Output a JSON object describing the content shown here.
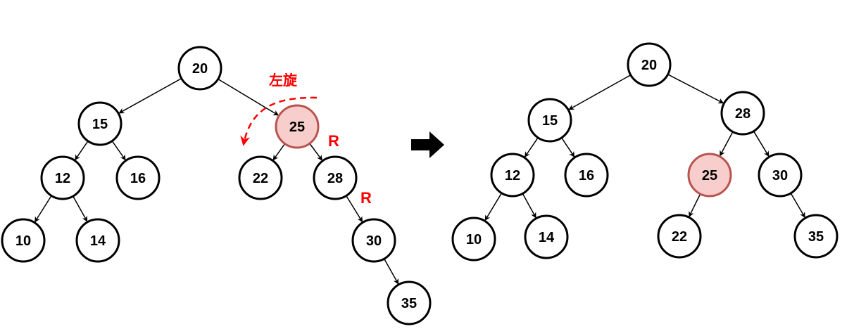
{
  "colors": {
    "node_fill": "#ffffff",
    "node_stroke": "#000000",
    "highlight_fill": "#f8cecc",
    "highlight_stroke": "#b85450",
    "edge": "#000000",
    "annotation": "#ff0000"
  },
  "rotation_label": "左旋",
  "right_child_mark": "R",
  "transition_icon": "right-arrow-icon",
  "trees": [
    {
      "id": "before",
      "nodes": [
        {
          "id": "b20",
          "label": "20"
        },
        {
          "id": "b15",
          "label": "15"
        },
        {
          "id": "b25",
          "label": "25",
          "highlight": true
        },
        {
          "id": "b12",
          "label": "12"
        },
        {
          "id": "b16",
          "label": "16"
        },
        {
          "id": "b22",
          "label": "22"
        },
        {
          "id": "b28",
          "label": "28"
        },
        {
          "id": "b10",
          "label": "10"
        },
        {
          "id": "b14",
          "label": "14"
        },
        {
          "id": "b30",
          "label": "30"
        },
        {
          "id": "b35",
          "label": "35"
        }
      ],
      "edges": [
        [
          "b20",
          "b15"
        ],
        [
          "b20",
          "b25"
        ],
        [
          "b15",
          "b12"
        ],
        [
          "b15",
          "b16"
        ],
        [
          "b25",
          "b22"
        ],
        [
          "b25",
          "b28"
        ],
        [
          "b12",
          "b10"
        ],
        [
          "b12",
          "b14"
        ],
        [
          "b28",
          "b30"
        ],
        [
          "b30",
          "b35"
        ]
      ]
    },
    {
      "id": "after",
      "nodes": [
        {
          "id": "a20",
          "label": "20"
        },
        {
          "id": "a15",
          "label": "15"
        },
        {
          "id": "a28",
          "label": "28"
        },
        {
          "id": "a12",
          "label": "12"
        },
        {
          "id": "a16",
          "label": "16"
        },
        {
          "id": "a25",
          "label": "25",
          "highlight": true
        },
        {
          "id": "a30",
          "label": "30"
        },
        {
          "id": "a10",
          "label": "10"
        },
        {
          "id": "a14",
          "label": "14"
        },
        {
          "id": "a22",
          "label": "22"
        },
        {
          "id": "a35",
          "label": "35"
        }
      ],
      "edges": [
        [
          "a20",
          "a15"
        ],
        [
          "a20",
          "a28"
        ],
        [
          "a15",
          "a12"
        ],
        [
          "a15",
          "a16"
        ],
        [
          "a28",
          "a25"
        ],
        [
          "a28",
          "a30"
        ],
        [
          "a12",
          "a10"
        ],
        [
          "a12",
          "a14"
        ],
        [
          "a25",
          "a22"
        ],
        [
          "a30",
          "a35"
        ]
      ]
    }
  ]
}
